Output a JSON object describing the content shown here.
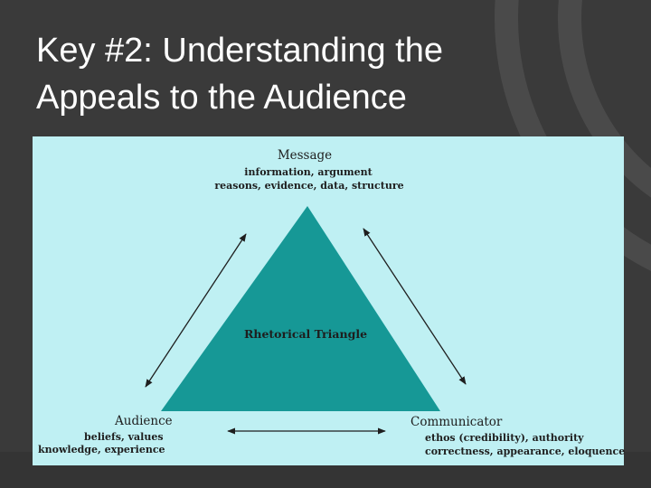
{
  "slide": {
    "title_line1": "Key #2: Understanding the",
    "title_line2": "Appeals to the Audience"
  },
  "diagram": {
    "message": {
      "heading": "Message",
      "line1": "information, argument",
      "line2": "reasons, evidence, data, structure"
    },
    "center_label": "Rhetorical Triangle",
    "audience": {
      "heading": "Audience",
      "line1": "beliefs, values",
      "line2": "knowledge, experience"
    },
    "communicator": {
      "heading": "Communicator",
      "line1": "ethos (credibility), authority",
      "line2": "correctness, appearance, eloquence"
    }
  },
  "colors": {
    "slide_background": "#3a3a3a",
    "diagram_background": "#bff0f3",
    "triangle_fill": "#169896",
    "text": "#1e1e1e"
  }
}
